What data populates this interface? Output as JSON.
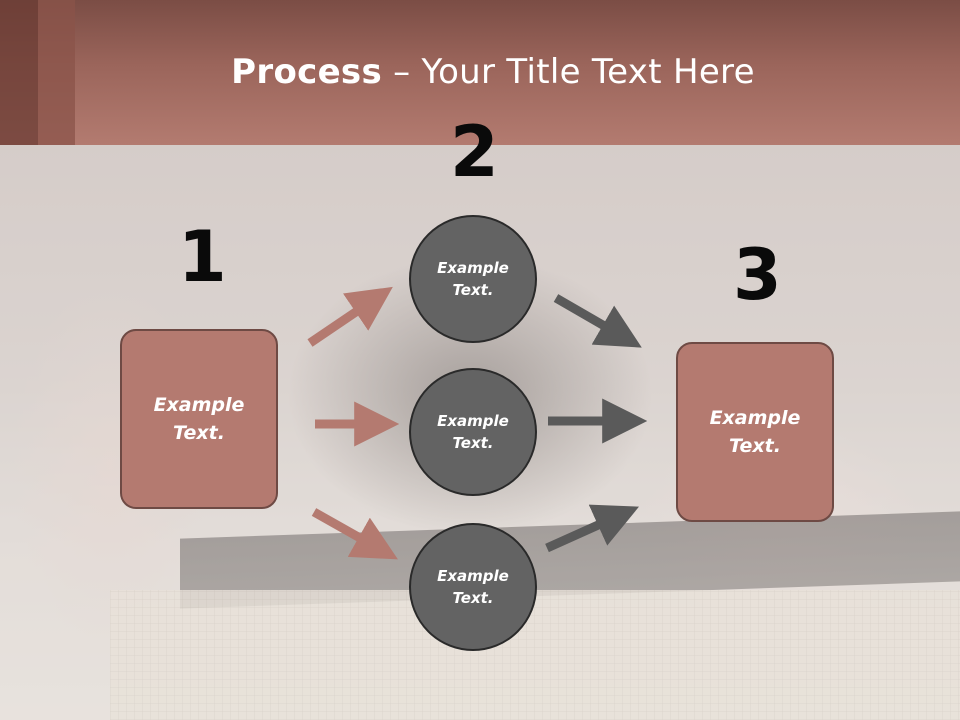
{
  "slide": {
    "title_bold": "Process",
    "title_rest": " – Your Title Text Here",
    "step_numbers": [
      "1",
      "2",
      "3"
    ],
    "left_box": {
      "text": "Example\nText."
    },
    "right_box": {
      "text": "Example\nText."
    },
    "circles": [
      {
        "text": "Example\nText."
      },
      {
        "text": "Example\nText."
      },
      {
        "text": "Example\nText."
      }
    ],
    "colors": {
      "header": "#a46e64",
      "box_fill": "#b47a70",
      "circle_fill": "#636363",
      "arrow_left": "#b47a70",
      "arrow_right": "#5a5a5a"
    }
  }
}
